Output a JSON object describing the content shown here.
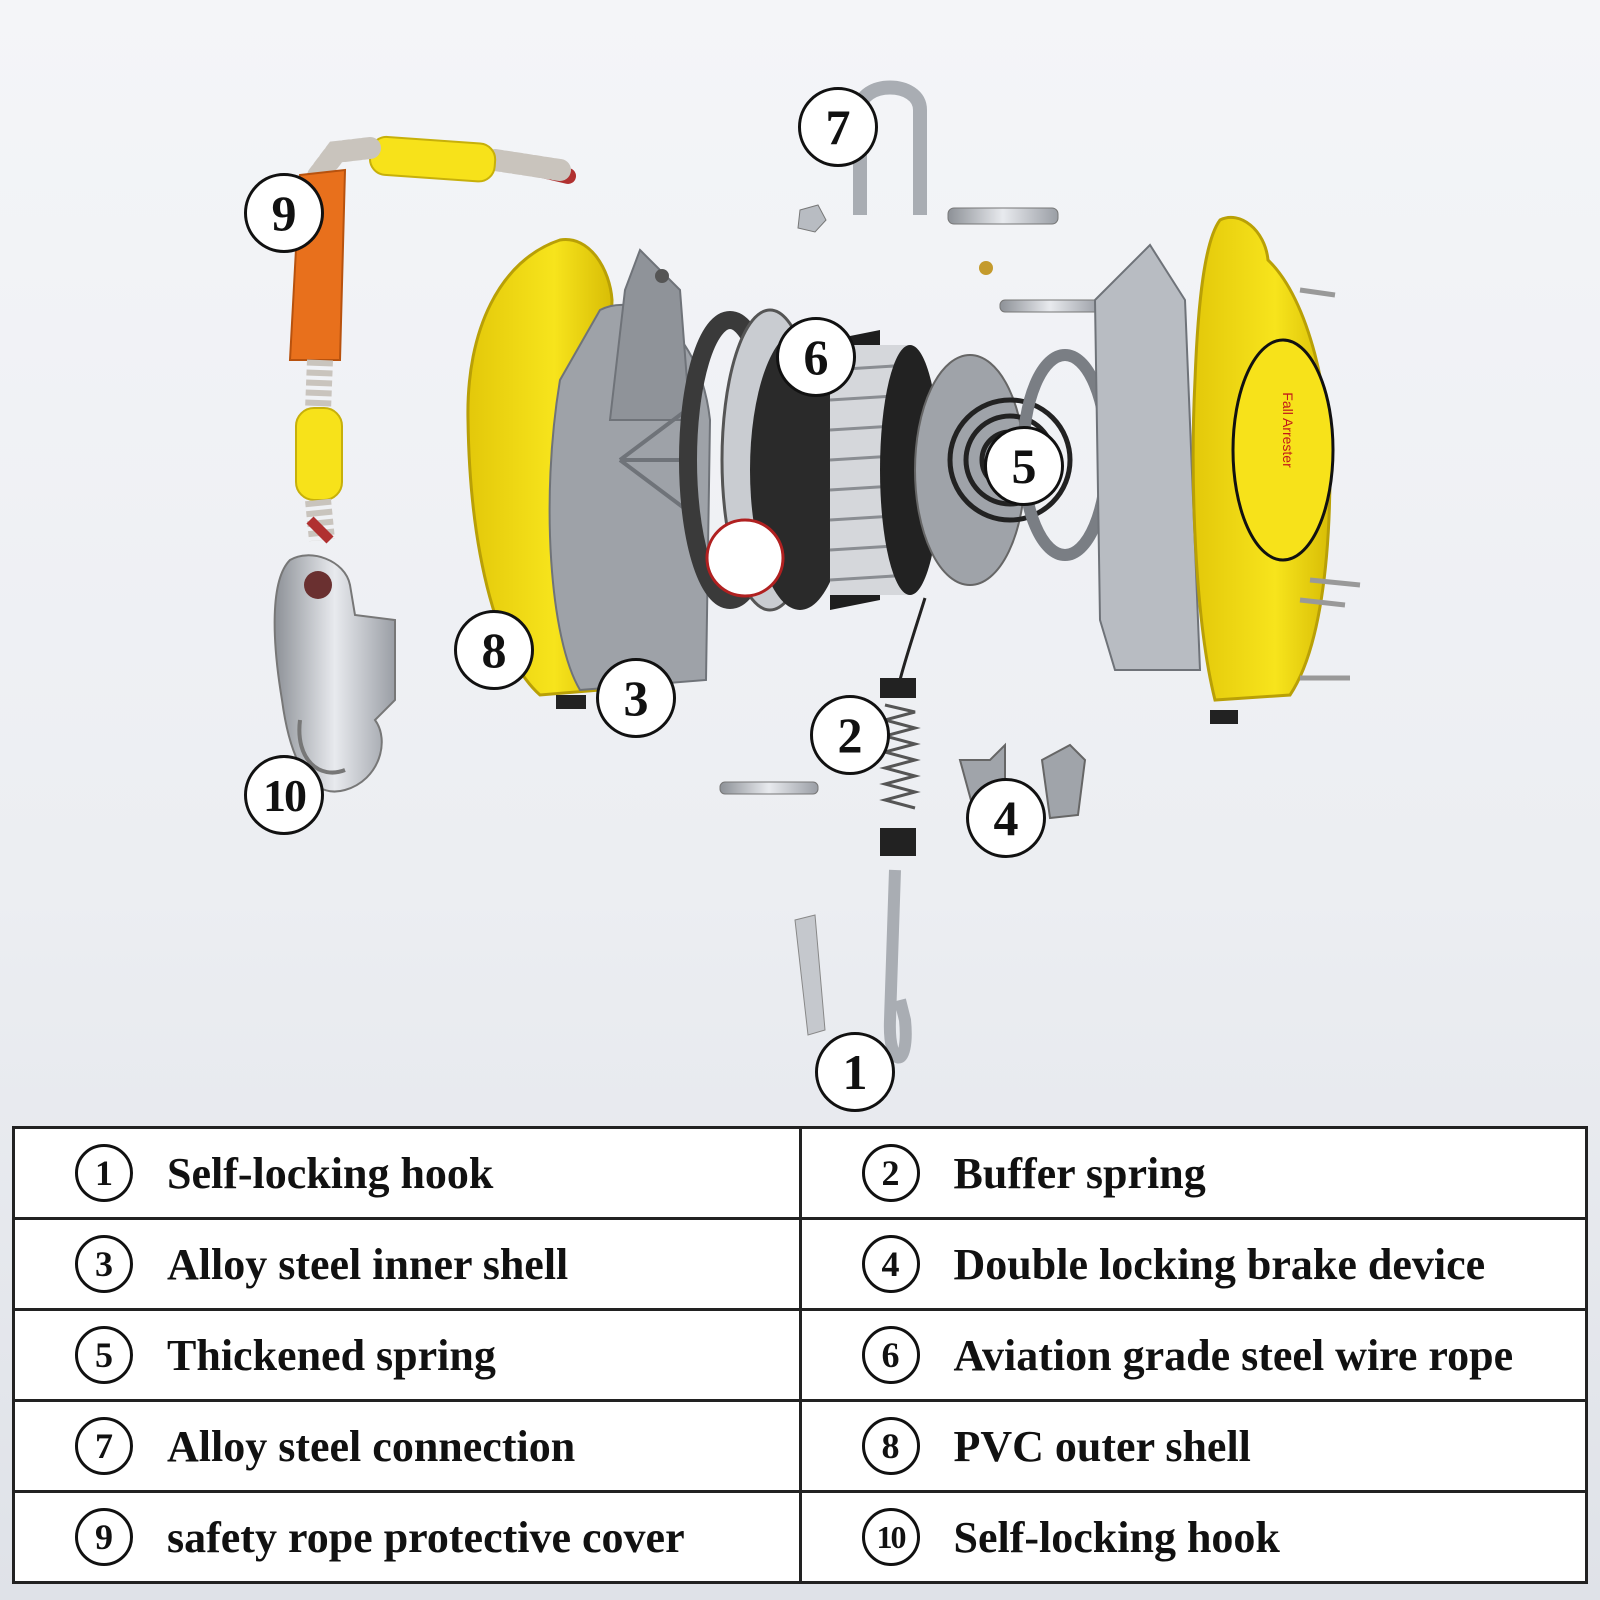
{
  "diagram": {
    "callouts": [
      "1",
      "2",
      "3",
      "4",
      "5",
      "6",
      "7",
      "8",
      "9",
      "10"
    ],
    "colors": {
      "shell_yellow": "#f2dc12",
      "alloy_silver": "#b8bcc2",
      "sleeve_orange": "#e8701c",
      "sleeve_yellow": "#f7e21a",
      "outline": "#111111"
    },
    "product_label": {
      "title": "Fall Arrester",
      "lines": [
        "Fall Arrester",
        "",
        "",
        ""
      ]
    }
  },
  "legend": {
    "rows": [
      {
        "left": {
          "num": "1",
          "label": "Self-locking hook"
        },
        "right": {
          "num": "2",
          "label": "Buffer spring"
        }
      },
      {
        "left": {
          "num": "3",
          "label": "Alloy steel inner shell"
        },
        "right": {
          "num": "4",
          "label": "Double locking brake device"
        }
      },
      {
        "left": {
          "num": "5",
          "label": "Thickened spring"
        },
        "right": {
          "num": "6",
          "label": "Aviation grade steel wire rope"
        }
      },
      {
        "left": {
          "num": "7",
          "label": "Alloy steel connection"
        },
        "right": {
          "num": "8",
          "label": "PVC outer shell"
        }
      },
      {
        "left": {
          "num": "9",
          "label": "safety rope protective cover"
        },
        "right": {
          "num": "10",
          "label": "Self-locking hook"
        }
      }
    ]
  }
}
